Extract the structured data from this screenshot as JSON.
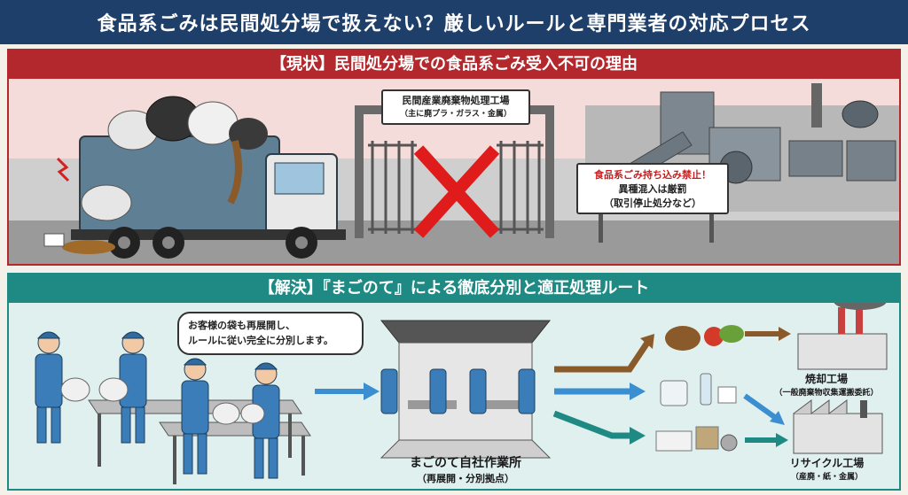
{
  "title": "食品系ごみは民間処分場で扱えない？厳しいルールと専門業者の対応プロセス",
  "problem": {
    "header": "【現状】民間処分場での食品系ごみ受入不可の理由",
    "gate_sign_line1": "民間産業廃棄物処理工場",
    "gate_sign_line2": "（主に廃プラ・ガラス・金属）",
    "warning_line1": "食品系ごみ持ち込み禁止！",
    "warning_line2": "異種混入は厳罰",
    "warning_line3": "（取引停止処分など）"
  },
  "solution": {
    "header": "【解決】『まごのて』による徹底分別と適正処理ルート",
    "speech_line1": "お客様の袋も再展開し、",
    "speech_line2": "ルールに従い完全に分別します。",
    "workshop_line1": "まごのて自社作業所",
    "workshop_line2": "（再展開・分別拠点）",
    "incinerator_line1": "焼却工場",
    "incinerator_line2": "（一般廃棄物収集運搬委託）",
    "recycle_line1": "リサイクル工場",
    "recycle_line2": "（産廃・紙・金属）"
  },
  "colors": {
    "navy": "#1f3f6b",
    "red": "#b3282d",
    "teal": "#1f8a83",
    "truck": "#5f7f95",
    "worker": "#3b7db8"
  }
}
